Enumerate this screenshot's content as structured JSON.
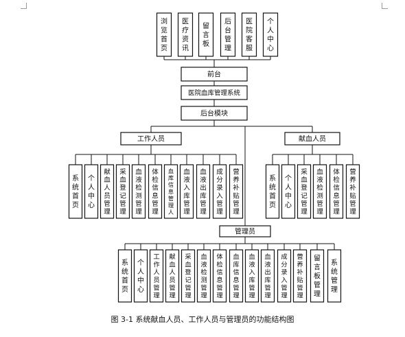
{
  "top_pages": [
    "浏览首页",
    "医疗资讯",
    "留言板",
    "后台管理",
    "医院客服",
    "个人中心"
  ],
  "front": "前台",
  "system": "医院血库管理系统",
  "backend": "后台模块",
  "staff": {
    "label": "工作人员",
    "items": [
      "系统首页",
      "个人中心",
      "献血人员管理",
      "采血登记管理",
      "血液检测管理",
      "体检信息管理",
      "血库信息管理人",
      "血液入库管理",
      "血液出库管理",
      "成分录入管理",
      "营养补贴管理"
    ]
  },
  "donor": {
    "label": "献血人员",
    "items": [
      "系统首页",
      "个人中心",
      "采血登记管理",
      "血液检测管理",
      "体检信息管理",
      "营养补贴管理"
    ]
  },
  "admin": {
    "label": "管理员",
    "items": [
      "系统首页",
      "个人中心",
      "工作人员管理",
      "献血人员管理",
      "采血登记管理",
      "血液检测管理",
      "体检信息管理",
      "血库信息管理",
      "血液入库管理",
      "血液出库管理",
      "成分录入管理",
      "营养补贴管理",
      "留言板管理",
      "系统管理"
    ]
  },
  "caption": "图 3-1 系统献血人员、工作人员与管理员的功能结构图"
}
